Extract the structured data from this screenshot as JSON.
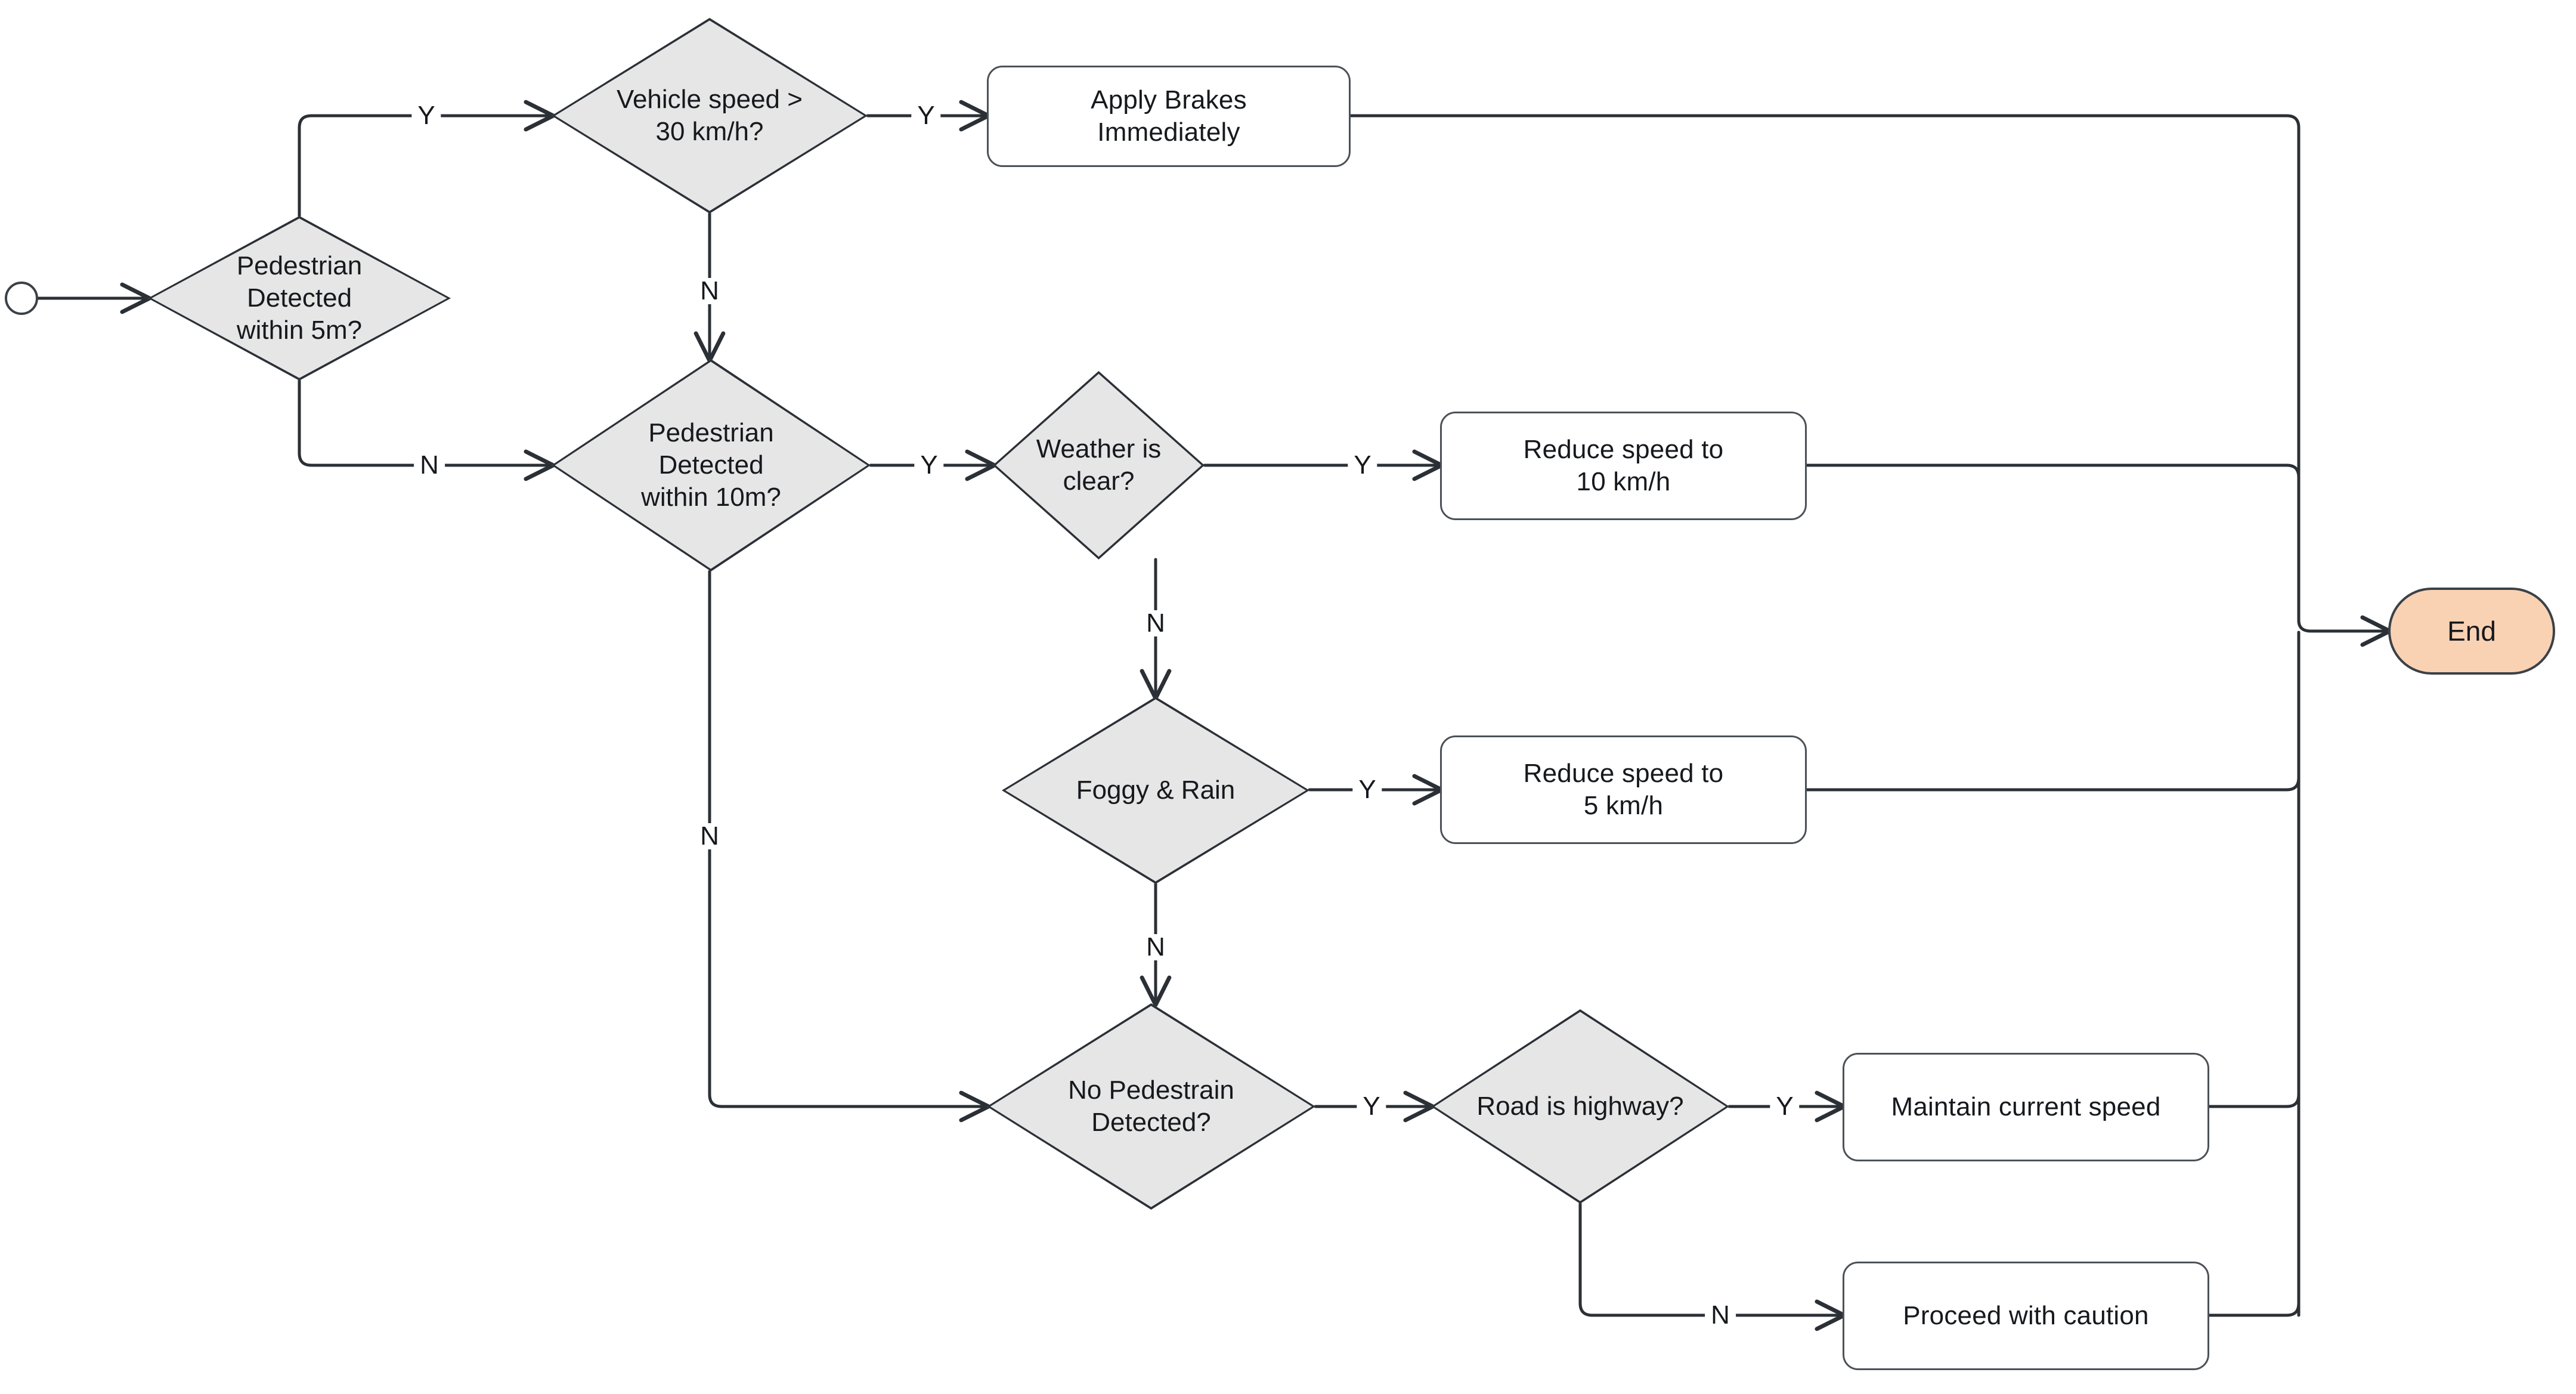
{
  "diagram": {
    "type": "flowchart",
    "title": "Autonomous vehicle pedestrian response decision flow",
    "colors": {
      "decision_fill": "#e6e6e6",
      "process_fill": "#ffffff",
      "terminator_fill": "#f9d2b4",
      "stroke": "#3c4147",
      "text": "#16191d",
      "background": "#ffffff"
    },
    "nodes": [
      {
        "id": "start",
        "shape": "circle",
        "label": ""
      },
      {
        "id": "ped5",
        "shape": "decision",
        "label": "Pedestrian\nDetected\nwithin 5m?"
      },
      {
        "id": "speed30",
        "shape": "decision",
        "label": "Vehicle speed >\n30 km/h?"
      },
      {
        "id": "brakes",
        "shape": "process",
        "label": "Apply Brakes\nImmediately"
      },
      {
        "id": "ped10",
        "shape": "decision",
        "label": "Pedestrian\nDetected\nwithin 10m?"
      },
      {
        "id": "weather",
        "shape": "decision",
        "label": "Weather is clear?"
      },
      {
        "id": "reduce10",
        "shape": "process",
        "label": "Reduce speed to\n10 km/h"
      },
      {
        "id": "foggyrain",
        "shape": "decision",
        "label": "Foggy & Rain"
      },
      {
        "id": "reduce5",
        "shape": "process",
        "label": "Reduce speed to\n5 km/h"
      },
      {
        "id": "noped",
        "shape": "decision",
        "label": "No Pedestrain\nDetected?"
      },
      {
        "id": "highway",
        "shape": "decision",
        "label": "Road is highway?"
      },
      {
        "id": "maintain",
        "shape": "process",
        "label": "Maintain current speed"
      },
      {
        "id": "caution",
        "shape": "process",
        "label": "Proceed with caution"
      },
      {
        "id": "end",
        "shape": "terminator",
        "label": "End"
      }
    ],
    "edges": [
      {
        "from": "start",
        "to": "ped5",
        "label": ""
      },
      {
        "from": "ped5",
        "to": "speed30",
        "label": "Y"
      },
      {
        "from": "ped5",
        "to": "ped10",
        "label": "N"
      },
      {
        "from": "speed30",
        "to": "brakes",
        "label": "Y"
      },
      {
        "from": "speed30",
        "to": "ped10",
        "label": "N"
      },
      {
        "from": "ped10",
        "to": "weather",
        "label": "Y"
      },
      {
        "from": "ped10",
        "to": "noped",
        "label": "N"
      },
      {
        "from": "weather",
        "to": "reduce10",
        "label": "Y"
      },
      {
        "from": "weather",
        "to": "foggyrain",
        "label": "N"
      },
      {
        "from": "foggyrain",
        "to": "reduce5",
        "label": "Y"
      },
      {
        "from": "foggyrain",
        "to": "noped",
        "label": "N"
      },
      {
        "from": "noped",
        "to": "highway",
        "label": "Y"
      },
      {
        "from": "highway",
        "to": "maintain",
        "label": "Y"
      },
      {
        "from": "highway",
        "to": "caution",
        "label": "N"
      },
      {
        "from": "brakes",
        "to": "end",
        "label": ""
      },
      {
        "from": "reduce10",
        "to": "end",
        "label": ""
      },
      {
        "from": "reduce5",
        "to": "end",
        "label": ""
      },
      {
        "from": "maintain",
        "to": "end",
        "label": ""
      },
      {
        "from": "caution",
        "to": "end",
        "label": ""
      }
    ]
  },
  "labels": {
    "start": "",
    "ped5_l1": "Pedestrian",
    "ped5_l2": "Detected",
    "ped5_l3": "within 5m?",
    "speed30_l1": "Vehicle speed >",
    "speed30_l2": "30 km/h?",
    "brakes_l1": "Apply Brakes",
    "brakes_l2": "Immediately",
    "ped10_l1": "Pedestrian",
    "ped10_l2": "Detected",
    "ped10_l3": "within 10m?",
    "weather": "Weather is clear?",
    "reduce10_l1": "Reduce speed to",
    "reduce10_l2": "10 km/h",
    "foggyrain": "Foggy & Rain",
    "reduce5_l1": "Reduce speed to",
    "reduce5_l2": "5 km/h",
    "noped_l1": "No Pedestrain",
    "noped_l2": "Detected?",
    "highway": "Road is highway?",
    "maintain": "Maintain current speed",
    "caution": "Proceed with caution",
    "end": "End"
  },
  "edge_labels": {
    "ped5_yes": "Y",
    "ped5_no": "N",
    "speed30_yes": "Y",
    "speed30_no": "N",
    "ped10_yes": "Y",
    "ped10_no": "N",
    "weather_yes": "Y",
    "weather_no": "N",
    "foggy_yes": "Y",
    "foggy_no": "N",
    "noped_yes": "Y",
    "highway_yes": "Y",
    "highway_no": "N"
  }
}
